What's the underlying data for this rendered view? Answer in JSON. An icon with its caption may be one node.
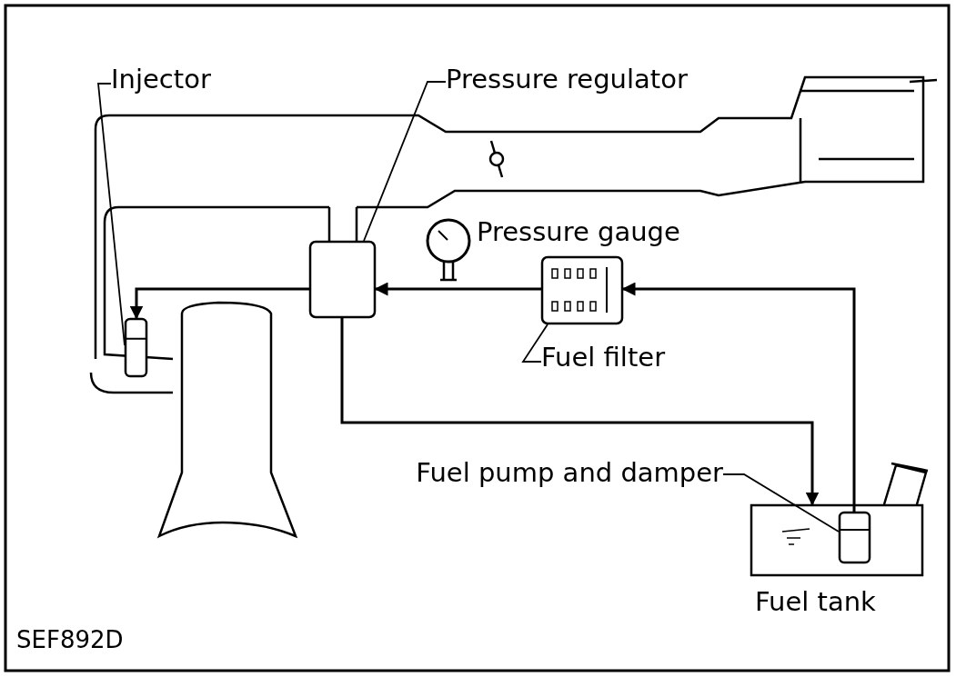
{
  "diagram": {
    "nodes": [
      {
        "text": [
          "Injector"
        ]
      },
      {
        "text": [
          "Pressure regulator"
        ]
      },
      {
        "text": [
          "Pressure gauge"
        ]
      },
      {
        "text": [
          "Fuel filter"
        ]
      },
      {
        "text": [
          "Fuel pump and damper"
        ]
      },
      {
        "text": [
          "Fuel tank"
        ]
      },
      {
        "text": [],
        "shape": "cylinder"
      },
      {
        "text": [],
        "shape": "box"
      },
      {
        "text": [],
        "shape": "box"
      },
      {
        "text": [],
        "shape": "cylinder",
        "in": 5
      }
    ],
    "edges": [
      {
        "from": 0,
        "to": 6,
        "arrow": "none"
      },
      {
        "from": 1,
        "to": 7,
        "arrow": "none"
      },
      {
        "from": 3,
        "to": 8,
        "arrow": "none"
      },
      {
        "from": 4,
        "to": 9,
        "arrow": "none"
      },
      {
        "from": 9,
        "to": 8,
        "arrow": "to"
      },
      {
        "from": 8,
        "to": 7,
        "arrow": "to"
      },
      {
        "from": 7,
        "to": 6,
        "arrow": "to"
      },
      {
        "from": 7,
        "to": 5,
        "arrow": "to"
      }
    ],
    "labels": [
      "SEF892D"
    ]
  }
}
